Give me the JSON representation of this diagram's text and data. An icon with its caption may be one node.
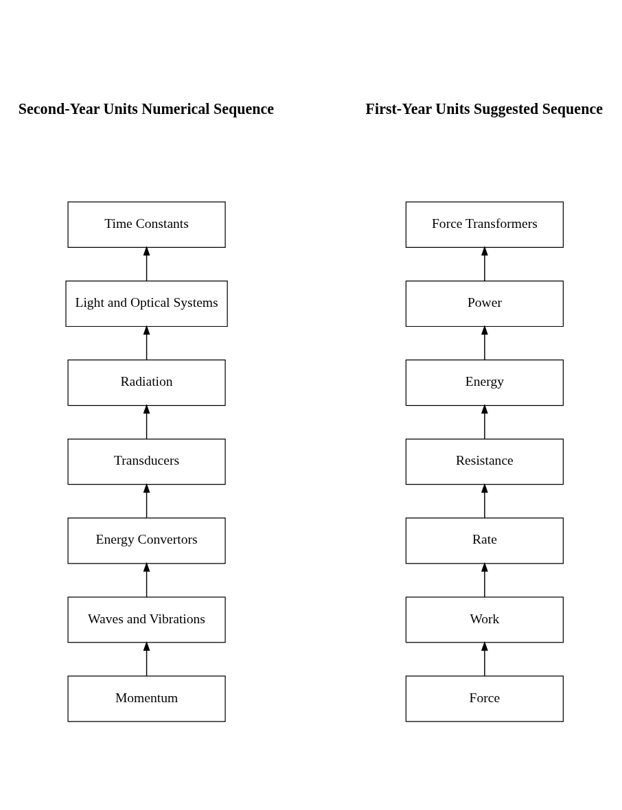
{
  "diagram": {
    "nodes": [
      {
        "text": [
          "Force Transformers"
        ]
      },
      {
        "text": [
          "Power"
        ]
      },
      {
        "text": [
          "Energy"
        ]
      },
      {
        "text": [
          "Resistance"
        ]
      },
      {
        "text": [
          "Rate"
        ]
      },
      {
        "text": [
          "Work"
        ]
      },
      {
        "text": [
          "Force"
        ]
      },
      {
        "text": [
          "Time Constants"
        ]
      },
      {
        "text": [
          "Light and Optical Systems"
        ]
      },
      {
        "text": [
          "Radiation"
        ]
      },
      {
        "text": [
          "Transducers"
        ]
      },
      {
        "text": [
          "Energy Convertors"
        ]
      },
      {
        "text": [
          "Waves and Vibrations"
        ]
      },
      {
        "text": [
          "Momentum"
        ]
      }
    ],
    "edges": [
      {
        "from": 6,
        "to": 5,
        "arrow": "to"
      },
      {
        "from": 5,
        "to": 4,
        "arrow": "to"
      },
      {
        "from": 4,
        "to": 3,
        "arrow": "to"
      },
      {
        "from": 3,
        "to": 2,
        "arrow": "to"
      },
      {
        "from": 2,
        "to": 1,
        "arrow": "to"
      },
      {
        "from": 1,
        "to": 0,
        "arrow": "to"
      },
      {
        "from": 13,
        "to": 12,
        "arrow": "to"
      },
      {
        "from": 12,
        "to": 11,
        "arrow": "to"
      },
      {
        "from": 11,
        "to": 10,
        "arrow": "to"
      },
      {
        "from": 10,
        "to": 9,
        "arrow": "to"
      },
      {
        "from": 9,
        "to": 8,
        "arrow": "to"
      },
      {
        "from": 8,
        "to": 7,
        "arrow": "to"
      }
    ],
    "labels": [
      "First-Year Units Suggested Sequence",
      "Second-Year Units Numerical Sequence"
    ]
  }
}
